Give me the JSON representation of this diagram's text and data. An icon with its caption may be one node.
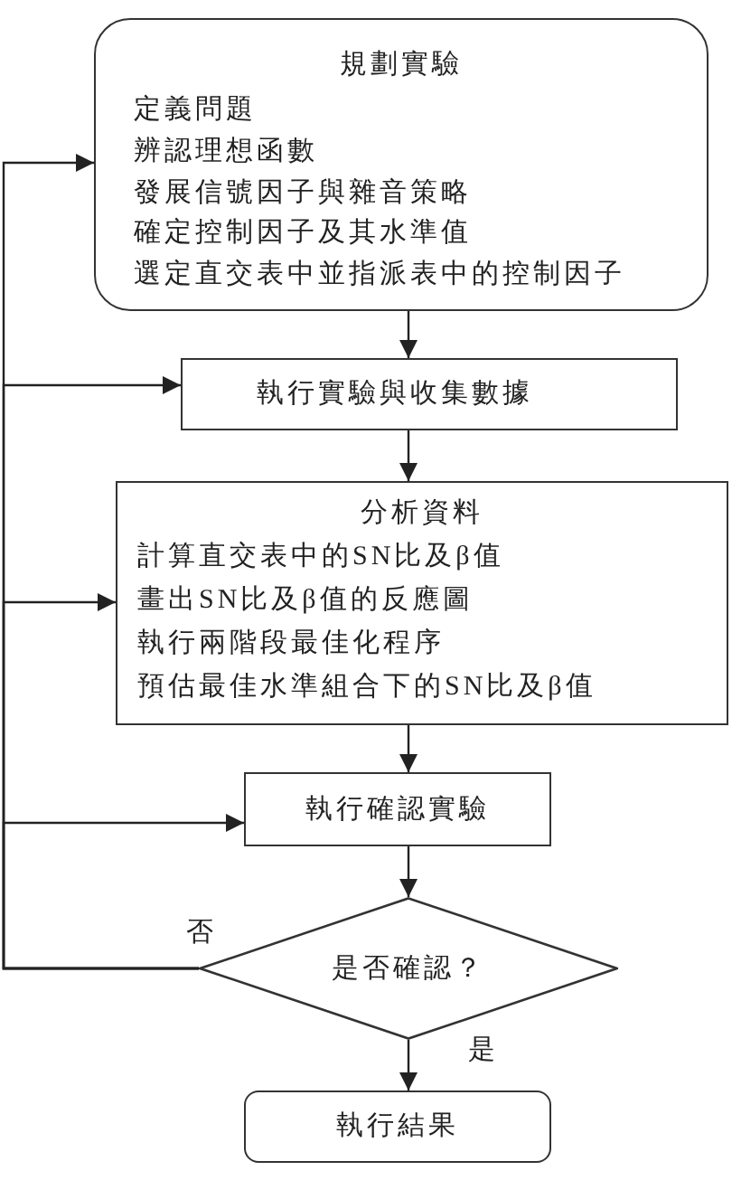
{
  "diagram": {
    "nodes": [
      {
        "text": [
          "規劃實驗",
          "定義問題",
          "辨認理想函數",
          "發展信號因子與雜音策略",
          "確定控制因子及其水準值",
          "選定直交表中並指派表中的控制因子"
        ]
      },
      {
        "text": [
          "執行實驗與收集數據"
        ]
      },
      {
        "text": [
          "分析資料",
          "計算直交表中的SN比及β值",
          "畫出SN比及β值的反應圖",
          "執行兩階段最佳化程序",
          "預估最佳水準組合下的SN比及β值"
        ]
      },
      {
        "text": [
          "執行確認實驗"
        ]
      },
      {
        "text": [
          "是否確認？"
        ]
      },
      {
        "text": [
          "執行結果"
        ]
      }
    ],
    "edges": [
      {
        "from": 0,
        "to": 1,
        "arrow": "to"
      },
      {
        "from": 1,
        "to": 2,
        "arrow": "to"
      },
      {
        "from": 2,
        "to": 3,
        "arrow": "to"
      },
      {
        "from": 3,
        "to": 4,
        "arrow": "to"
      },
      {
        "from": 4,
        "to": 5,
        "arrow": "to",
        "label": "是"
      },
      {
        "from": 4,
        "to": 0,
        "arrow": "to",
        "label": "否"
      },
      {
        "from": 4,
        "to": 1,
        "arrow": "to"
      },
      {
        "from": 4,
        "to": 2,
        "arrow": "to"
      },
      {
        "from": 4,
        "to": 3,
        "arrow": "to"
      }
    ]
  }
}
